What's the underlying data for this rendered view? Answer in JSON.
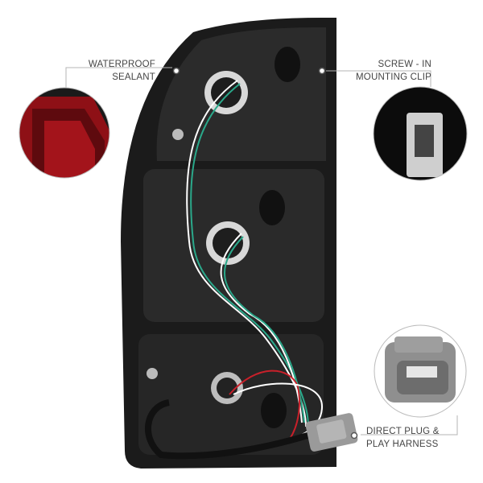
{
  "callouts": {
    "waterproof_sealant": {
      "line1": "WATERPROOF",
      "line2": "SEALANT"
    },
    "mounting_clip": {
      "line1": "SCREW - IN",
      "line2": "MOUNTING CLIP"
    },
    "harness": {
      "line1": "DIRECT PLUG &",
      "line2": "PLAY HARNESS"
    }
  },
  "colors": {
    "housing": "#1b1b1b",
    "lens_red": "#8e1016",
    "connector": "#9a9a9a",
    "wire_green": "#2aa88a",
    "wire_red": "#c8202a",
    "leader": "#b5b5b5"
  }
}
